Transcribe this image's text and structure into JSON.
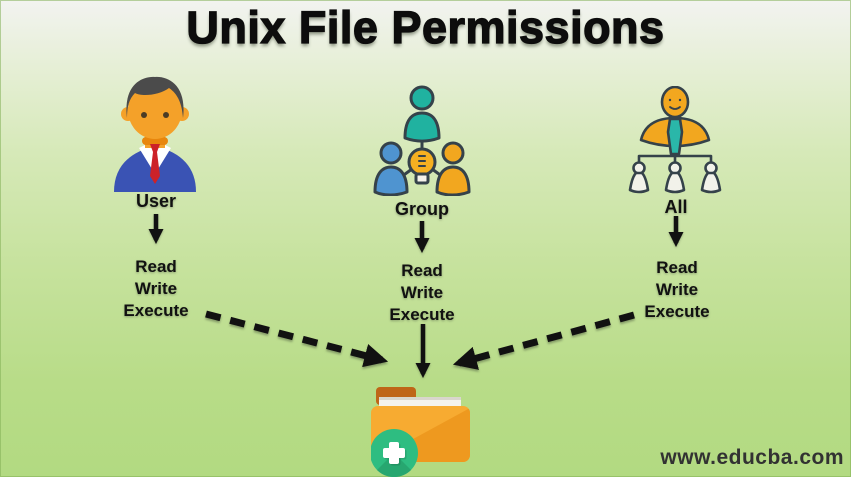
{
  "title": "Unix File Permissions",
  "watermark": "www.educba.com",
  "columns": [
    {
      "id": "user",
      "label": "User",
      "icon": "user-person-icon",
      "permissions": [
        "Read",
        "Write",
        "Execute"
      ]
    },
    {
      "id": "group",
      "label": "Group",
      "icon": "group-people-icon",
      "permissions": [
        "Read",
        "Write",
        "Execute"
      ]
    },
    {
      "id": "all",
      "label": "All",
      "icon": "all-hierarchy-icon",
      "permissions": [
        "Read",
        "Write",
        "Execute"
      ]
    }
  ],
  "target": {
    "icon": "folder-plus-icon"
  },
  "colors": {
    "background_top": "#f2f3f0",
    "background_bottom": "#b2da81",
    "arrow_black": "#111111",
    "suit_blue": "#3a53b4",
    "tie_red": "#cc2229",
    "skin_orange": "#f4a129",
    "teal_person": "#20b2a0",
    "blue_person": "#4f94d0",
    "orange_person": "#f2a71f",
    "bulb_yellow": "#f5b021",
    "folder_orange": "#f7ab31",
    "folder_tab": "#bf6617",
    "plus_badge_green": "#2ebd81"
  }
}
